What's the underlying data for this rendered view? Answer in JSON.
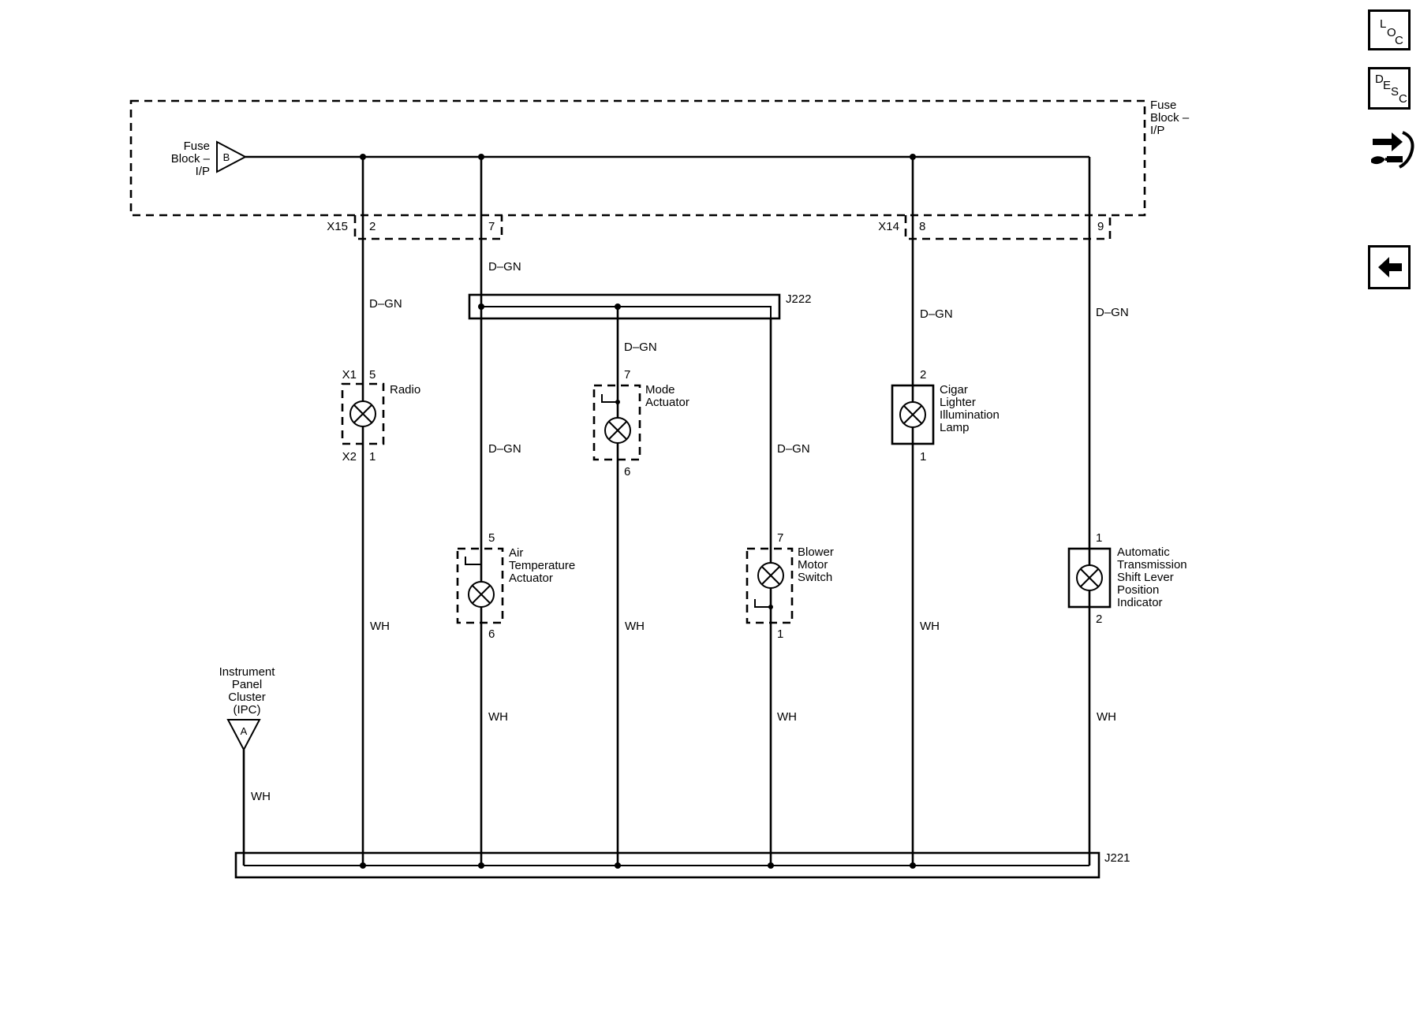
{
  "fuse_block": {
    "left_label": [
      "Fuse",
      "Block –",
      "I/P"
    ],
    "right_label": [
      "Fuse",
      "Block –",
      "I/P"
    ],
    "terminal": "B"
  },
  "connectors": {
    "x15": "X15",
    "x15_pin_a": "2",
    "x15_pin_b": "7",
    "x14": "X14",
    "x14_pin_a": "8",
    "x14_pin_b": "9"
  },
  "splices": {
    "j222": "J222",
    "j221": "J221"
  },
  "wire_colors": {
    "radio_feed": "D–GN",
    "temp_feed": "D–GN",
    "mode_feed": "D–GN",
    "temp_mid": "D–GN",
    "blower_feed": "D–GN",
    "cigar_feed": "D–GN",
    "shift_feed": "D–GN",
    "radio_ret": "WH",
    "mode_ret": "WH",
    "cigar_ret": "WH",
    "temp_ret": "WH",
    "blower_ret": "WH",
    "shift_ret": "WH",
    "ipc_ret": "WH"
  },
  "components": {
    "radio": {
      "label": [
        "Radio"
      ],
      "conn_top": "X1",
      "pin_top": "5",
      "conn_bottom": "X2",
      "pin_bottom": "1"
    },
    "air_temp": {
      "label": [
        "Air",
        "Temperature",
        "Actuator"
      ],
      "pin_top": "5",
      "pin_bottom": "6"
    },
    "mode": {
      "label": [
        "Mode",
        "Actuator"
      ],
      "pin_top": "7",
      "pin_bottom": "6"
    },
    "blower": {
      "label": [
        "Blower",
        "Motor",
        "Switch"
      ],
      "pin_top": "7",
      "pin_bottom": "1"
    },
    "cigar": {
      "label": [
        "Cigar",
        "Lighter",
        "Illumination",
        "Lamp"
      ],
      "pin_top": "2",
      "pin_bottom": "1"
    },
    "shift": {
      "label": [
        "Automatic",
        "Transmission",
        "Shift Lever",
        "Position",
        "Indicator"
      ],
      "pin_top": "1",
      "pin_bottom": "2"
    },
    "ipc": {
      "label": [
        "Instrument",
        "Panel",
        "Cluster",
        "(IPC)"
      ],
      "terminal": "A"
    }
  },
  "side_nav": {
    "loc": [
      "L",
      "O",
      "C"
    ],
    "desc": [
      "D",
      "E",
      "S",
      "C"
    ]
  }
}
